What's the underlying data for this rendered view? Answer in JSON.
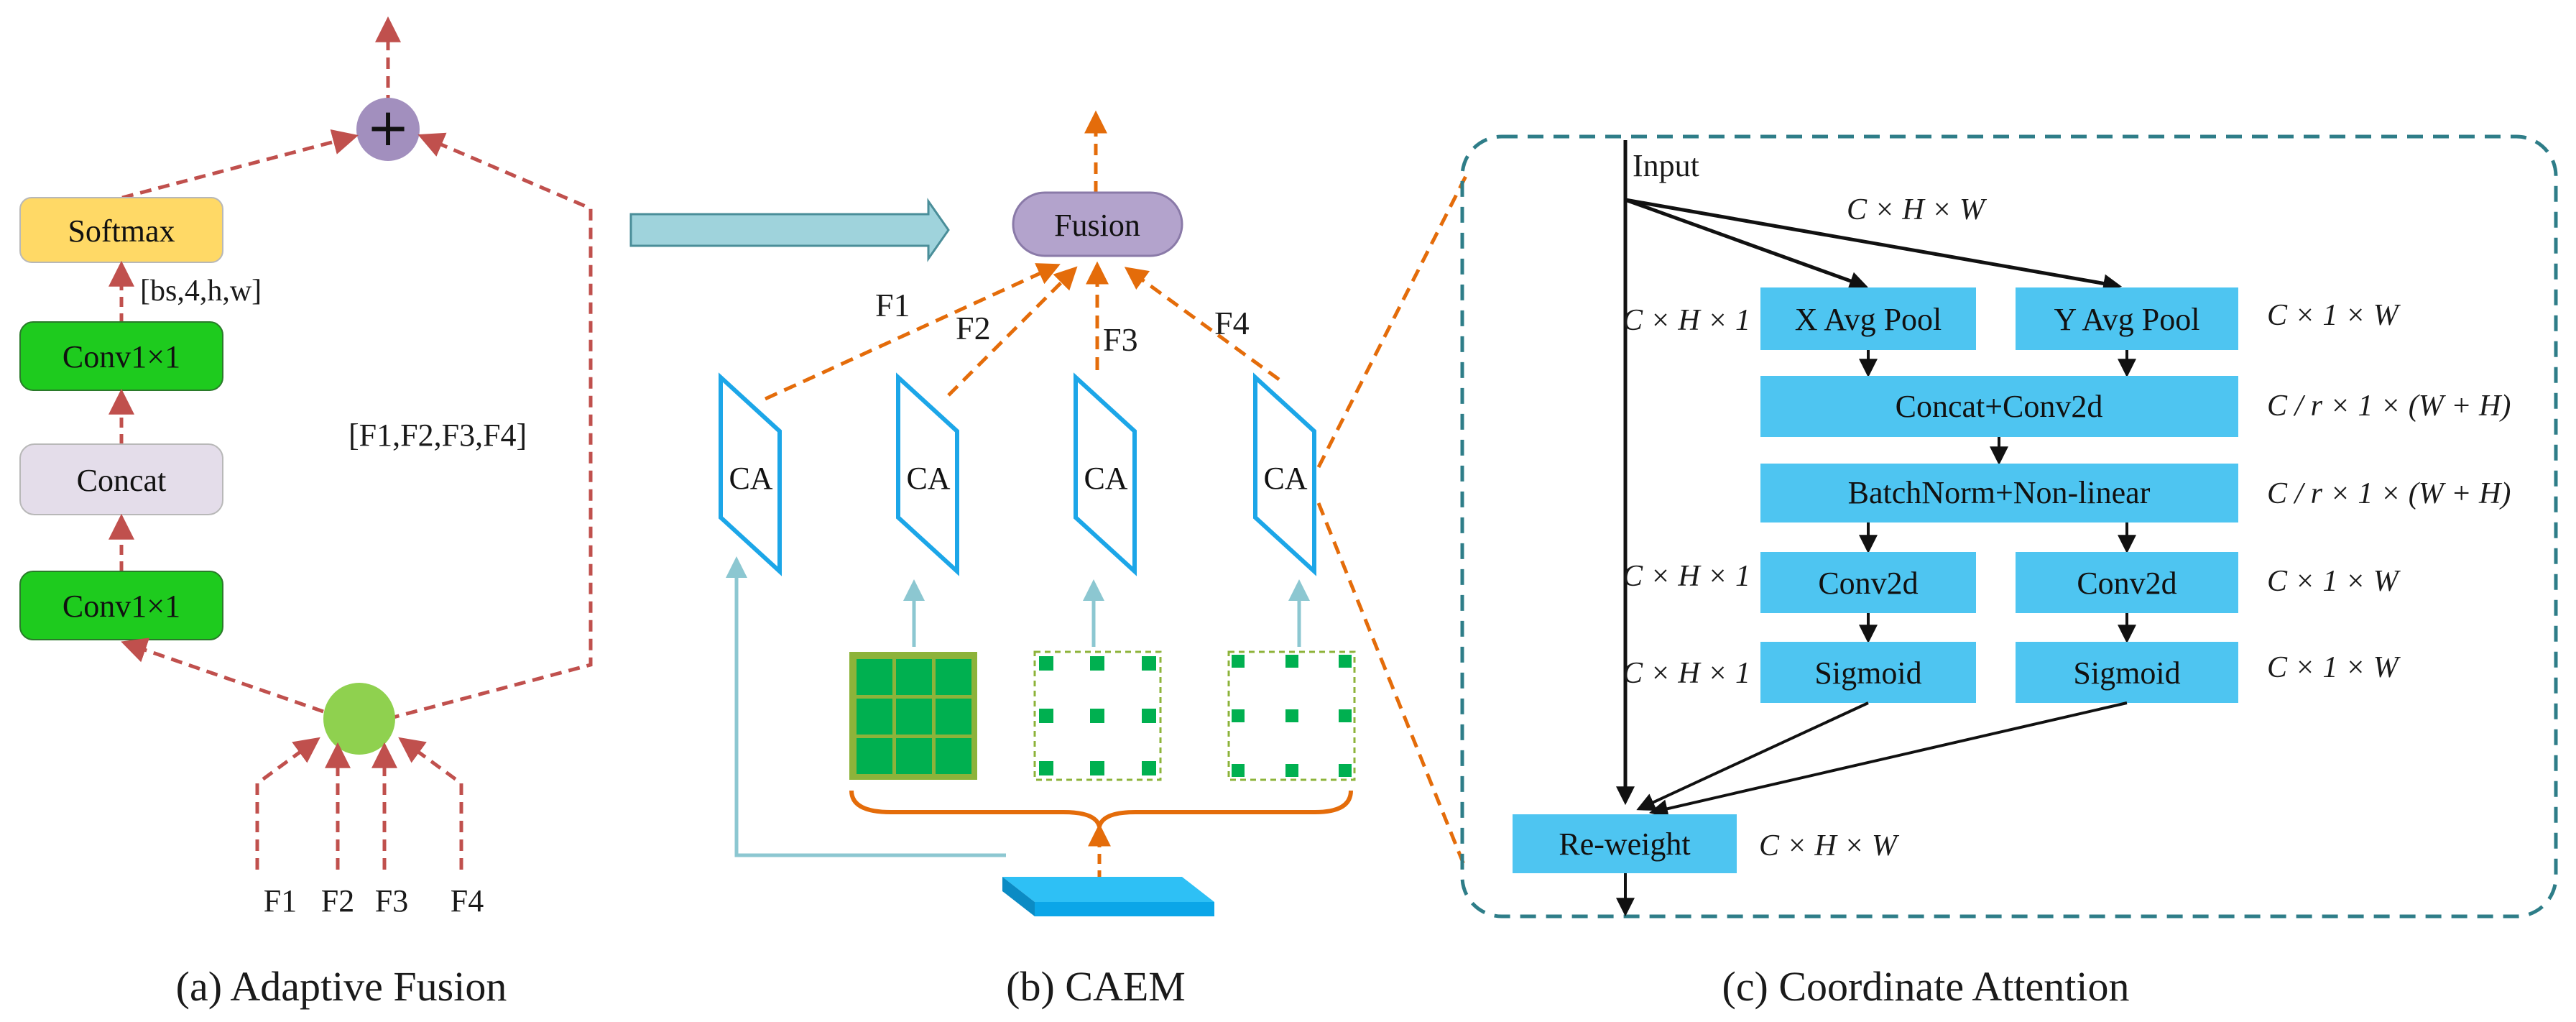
{
  "colors": {
    "softmax_fill": "#FFD966",
    "concat_fill": "#E4DDEA",
    "conv_fill": "#1ECB1E",
    "add_node_fill": "#A28FBE",
    "green_node_fill": "#8FD14F",
    "fusion_fill": "#B3A3CC",
    "arrow_red": "#C0504D",
    "arrow_orange": "#E46C0A",
    "ca_stroke": "#1CA6E8",
    "arrow_teal": "#8CC7D1",
    "block_arrow_fill": "#9FD3DC",
    "grid_green": "#00B050",
    "grid_border": "#8DB33A",
    "ca_box_fill": "#4EC5F1",
    "dash_border": "#2E7D88",
    "feature_slab": "#0BA6E8"
  },
  "panel_a": {
    "softmax": "Softmax",
    "shape_label": "[bs,4,h,w]",
    "conv_top": "Conv1×1",
    "concat": "Concat",
    "conv_bottom": "Conv1×1",
    "features_label": "[F1,F2,F3,F4]",
    "inputs": [
      "F1",
      "F2",
      "F3",
      "F4"
    ],
    "add_symbol": "+",
    "caption": "(a) Adaptive Fusion"
  },
  "panel_b": {
    "fusion": "Fusion",
    "edge_labels": [
      "F1",
      "F2",
      "F3",
      "F4"
    ],
    "ca_labels": [
      "CA",
      "CA",
      "CA",
      "CA"
    ],
    "caption": "(b) CAEM"
  },
  "panel_c": {
    "input": "Input",
    "top_dim": "C × H × W",
    "x_pool": "X Avg Pool",
    "y_pool": "Y Avg Pool",
    "concat_conv": "Concat+Conv2d",
    "batchnorm": "BatchNorm+Non-linear",
    "conv_left": "Conv2d",
    "conv_right": "Conv2d",
    "sigmoid_left": "Sigmoid",
    "sigmoid_right": "Sigmoid",
    "reweight": "Re-weight",
    "dims_left": [
      "C × H × 1",
      "C × H × 1",
      "C × H × 1"
    ],
    "dims_right": [
      "C × 1 × W",
      "C / r × 1 × (W + H)",
      "C / r × 1 × (W + H)",
      "C × 1 × W",
      "C × 1 × W"
    ],
    "reweight_dim": "C × H × W",
    "caption": "(c) Coordinate Attention"
  }
}
